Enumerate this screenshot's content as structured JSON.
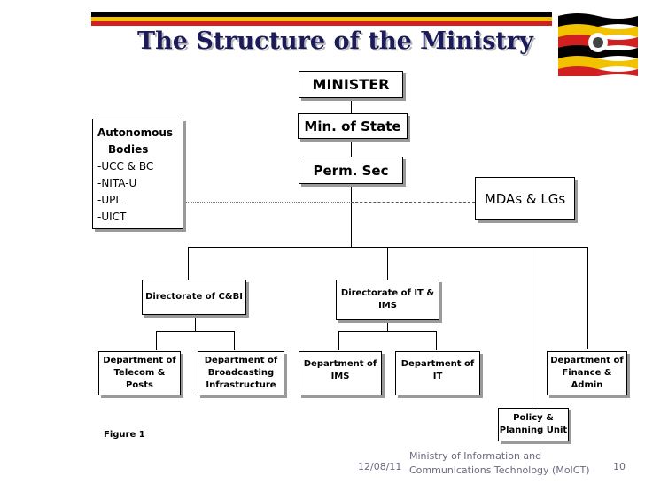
{
  "title": "The Structure of the Ministry",
  "colors": {
    "title": "#1b1a5a",
    "stripe_black": "#000000",
    "stripe_yellow": "#f2c200",
    "stripe_red": "#d21f1f"
  },
  "flag": {
    "icon": "uganda-flag-icon"
  },
  "nodes": {
    "minister": "MINISTER",
    "min_state": "Min. of State",
    "perm_sec": "Perm. Sec",
    "autonomous": {
      "title_line1": "Autonomous",
      "title_line2": "Bodies",
      "items": [
        "-UCC & BC",
        "-NITA-U",
        "-UPL",
        "-UICT"
      ]
    },
    "mdas": "MDAs & LGs",
    "dir_cbi": "Directorate of C&BI",
    "dir_it_line1": "Directorate of IT &",
    "dir_it_line2": "IMS",
    "dept_telecom": [
      "Department of",
      "Telecom &",
      "Posts"
    ],
    "dept_broadcast": [
      "Department of",
      "Broadcasting",
      "Infrastructure"
    ],
    "dept_ims": [
      "Department of",
      "IMS"
    ],
    "dept_it": [
      "Department of",
      "IT"
    ],
    "dept_finance": [
      "Department of",
      "Finance &",
      "Admin"
    ],
    "policy": [
      "Policy &",
      "Planning Unit"
    ]
  },
  "figure_label": "Figure 1",
  "footer": {
    "date": "12/08/11",
    "org_line1": "Ministry of Information and",
    "org_line2": "Communications Technology (MoICT)",
    "page": "10"
  }
}
